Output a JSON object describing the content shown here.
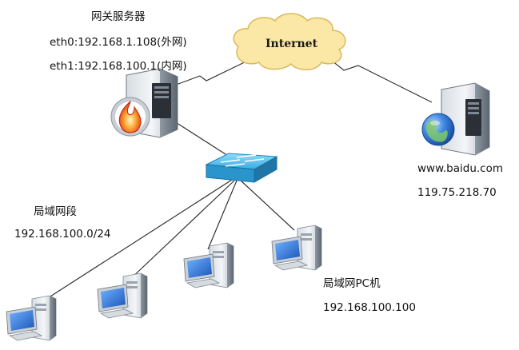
{
  "gateway": {
    "title": "网关服务器",
    "eth0": "eth0:192.168.1.108(外网)",
    "eth1": "eth1:192.168.100.1(内网)",
    "icon": "firewall-server-icon"
  },
  "internet": {
    "label": "Internet",
    "icon": "cloud-icon"
  },
  "web_server": {
    "host": "www.baidu.com",
    "ip": "119.75.218.70",
    "icon": "globe-server-icon"
  },
  "switch": {
    "icon": "network-switch-icon"
  },
  "lan": {
    "title": "局域网段",
    "subnet": "192.168.100.0/24"
  },
  "pc": {
    "title": "局域网PC机",
    "ip": "192.168.100.100",
    "icon": "desktop-computer-icon"
  },
  "colors": {
    "cloud_fill": "#fbe7a6",
    "cloud_stroke": "#d9b95a",
    "switch_top": "#5ec3ef",
    "switch_side": "#1f86bd",
    "link": "#333333",
    "screen": "#2a6fd8",
    "globe": "#2f75d6",
    "flame": "#e03a1c"
  }
}
